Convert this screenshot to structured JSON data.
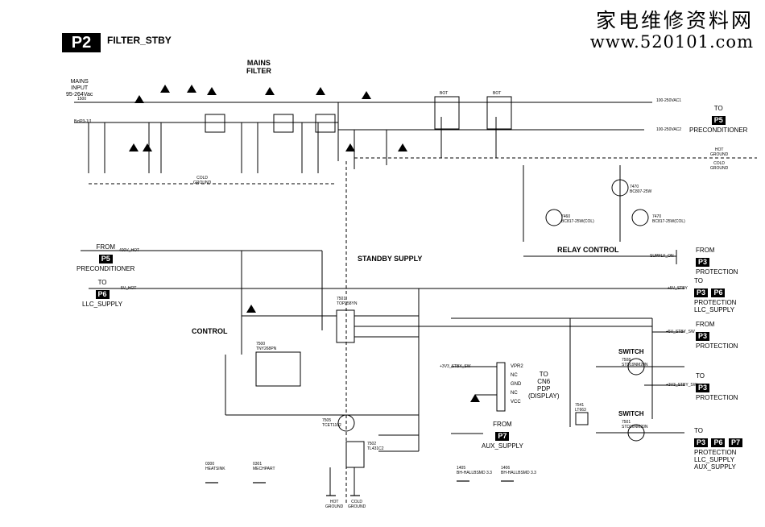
{
  "header": {
    "badge": "P2",
    "title": "FILTER_STBY",
    "watermark_cn": "家电维修资料网",
    "watermark_url": "www.520101.com"
  },
  "blocks": {
    "mains_filter": "MAINS\nFILTER",
    "mains_input": "MAINS\nINPUT\n95-264Vac",
    "standby_supply": "STANDBY SUPPLY",
    "relay_control": "RELAY CONTROL",
    "control": "CONTROL",
    "cold_ground": "COLD\nGROUND",
    "hot_ground_bottom": "HOT\nGROUND",
    "cold_ground_bottom": "COLD\nGROUND",
    "hot_ground_right": "HOT\nGROUND",
    "cold_ground_right": "COLD\nGROUND",
    "switch1": "SWITCH",
    "switch2": "SWITCH"
  },
  "refs": {
    "to_p5_preconditioner": {
      "prefix": "TO",
      "page": "P5",
      "label": "PRECONDITIONER"
    },
    "from_p5_preconditioner": {
      "prefix": "FROM",
      "page": "P5",
      "label": "PRECONDITIONER"
    },
    "to_p6_llc": {
      "prefix": "TO",
      "page": "P6",
      "label": "LLC_SUPPLY"
    },
    "from_p3_protection_top": {
      "prefix": "FROM",
      "page": "P3",
      "label": "PROTECTION"
    },
    "to_p3_p6": {
      "prefix": "TO",
      "page": "P3",
      "page2": "P6",
      "label": "PROTECTION\nLLC_SUPPLY"
    },
    "from_p3_protection_mid": {
      "prefix": "FROM",
      "page": "P3",
      "label": "PROTECTION"
    },
    "to_p3_protection": {
      "prefix": "TO",
      "page": "P3",
      "label": "PROTECTION"
    },
    "to_cn6_pdp": {
      "prefix": "TO",
      "page": "CN6",
      "label": "PDP\n(DISPLAY)"
    },
    "from_p7_aux": {
      "prefix": "FROM",
      "page": "P7",
      "label": "AUX_SUPPLY"
    },
    "to_p3_p6_p7": {
      "prefix": "TO",
      "page": "P3",
      "page2": "P6",
      "page3": "P7",
      "label": "PROTECTION\nLLC_SUPPLY\nAUX_SUPPLY"
    }
  },
  "signals": {
    "vac1": "100-250VAC1",
    "vac2": "100-250VAC2",
    "hv_hot": "400V_HOT",
    "v_hot": "5V_HOT",
    "sv_stby": "+5V_STBY",
    "v3_stby": "+3V3_STBY_SW",
    "v5_stby_sw": "+5V_STBY_SW",
    "v3_stby_sw2": "+3V3_STBY_SW",
    "supply_on": "SUPPLY_ON"
  },
  "connector": {
    "pins": [
      "VPR2",
      "NC",
      "GND",
      "NC",
      "VCC"
    ]
  },
  "components": {
    "fuse": "1500",
    "varistor": "Bz/P3-1/1",
    "relay1": "BOT",
    "relay2": "BOT",
    "ic_stby": "7501\nTOP258YN",
    "ic_ctrl": "7500\nTNY268PN",
    "opto": "7505\nTCET1102",
    "tl431": "7502\nTL431C2",
    "q1": "7460\nBC817-25W(COL)",
    "q2": "7470\nBC817-25W(COL)",
    "q3": "7470\nBC807-25W",
    "sw_q1": "7508\nSTD19NM20N",
    "sw_q2": "7501\nSTD16NM20N",
    "reg": "7541\nLT663",
    "heatsink1": "0300\nHEATSINK",
    "heatsink2": "0301\nMECHPART",
    "mount1": "1405\nBH-HALLBSMD 3.3",
    "mount2": "1406\nBH-HALLBSMD 3.3"
  }
}
